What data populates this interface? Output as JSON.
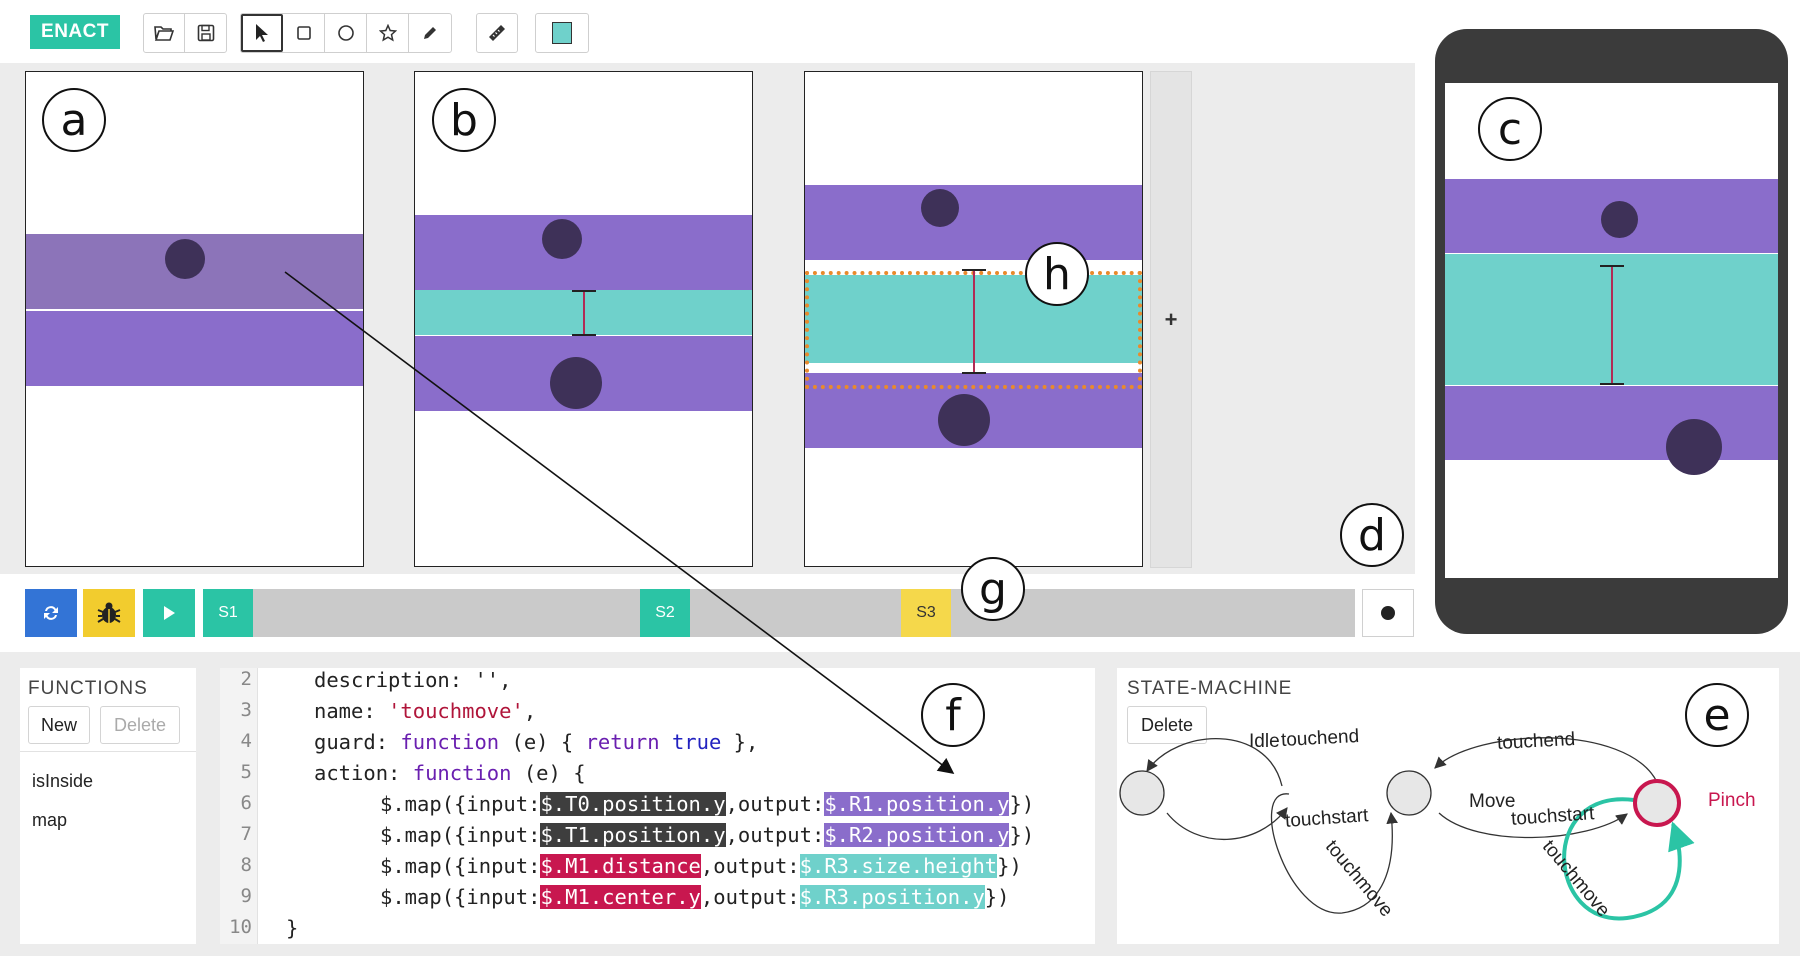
{
  "toolbar": {
    "logo": "ENACT",
    "file_icons": [
      "folder-open-icon",
      "save-icon"
    ],
    "tool_icons": [
      "pointer-icon",
      "rectangle-icon",
      "circle-icon",
      "star-icon",
      "pen-icon"
    ],
    "ruler_icon": "ruler-icon",
    "fill_color": "#6fd1cb"
  },
  "labels": {
    "a": "a",
    "b": "b",
    "c": "c",
    "d": "d",
    "e": "e",
    "f": "f",
    "g": "g",
    "h": "h"
  },
  "canvas": {
    "add_state": "+"
  },
  "timeline": {
    "states": [
      "S1",
      "S2",
      "S3"
    ],
    "controls": [
      "refresh-icon",
      "bug-icon",
      "play-icon"
    ]
  },
  "functions": {
    "title": "FUNCTIONS",
    "new_label": "New",
    "delete_label": "Delete",
    "items": [
      "isInside",
      "map"
    ]
  },
  "code": {
    "line_numbers": [
      "2",
      "3",
      "4",
      "5",
      "6",
      "7",
      "8",
      "9",
      "10"
    ],
    "l2": "description: '',",
    "l3_key": "name: ",
    "l3_str": "'touchmove'",
    "l3_end": ",",
    "l4_key": "guard: ",
    "l4_fn": "function",
    "l4_mid": " (e) { ",
    "l4_ret": "return",
    "l4_true": " true",
    "l4_end": " },",
    "l5_key": "action: ",
    "l5_fn": "function",
    "l5_end": " (e) {",
    "map_prefix": "$.map({input:",
    "output_sep": ",output:",
    "map_suffix": "})",
    "l6_in": "$.T0.position.y",
    "l6_out": "$.R1.position.y",
    "l7_in": "$.T1.position.y",
    "l7_out": "$.R2.position.y",
    "l8_in": "$.M1.distance",
    "l8_out": "$.R3.size.height",
    "l9_in": "$.M1.center.y",
    "l9_out": "$.R3.position.y",
    "l10": "}"
  },
  "state_machine": {
    "title": "STATE-MACHINE",
    "delete_label": "Delete",
    "states": [
      "Idle",
      "Move",
      "Pinch"
    ],
    "transitions": [
      "touchend",
      "touchstart",
      "touchmove",
      "touchend",
      "touchstart",
      "touchmove"
    ],
    "pinch_color": "#c8174f",
    "loop_color": "#2bc4a5"
  }
}
